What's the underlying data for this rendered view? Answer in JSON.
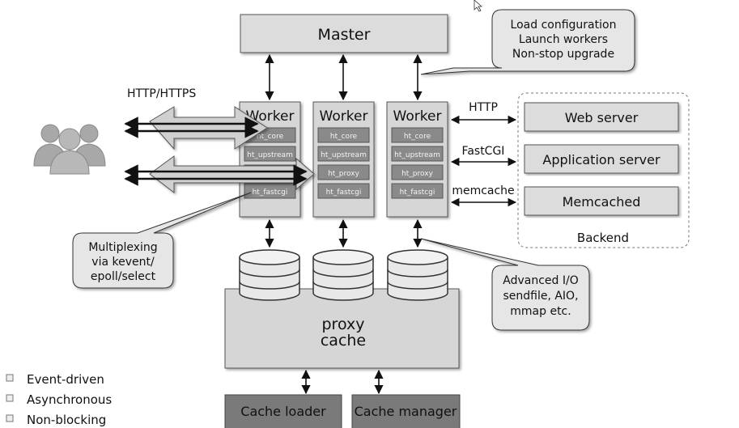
{
  "master": {
    "label": "Master"
  },
  "master_note": {
    "lines": [
      "Load configuration",
      "Launch workers",
      "Non-stop upgrade"
    ]
  },
  "client_protocol": "HTTP/HTTPS",
  "workers": [
    {
      "title": "Worker",
      "modules": [
        "ht_core",
        "ht_upstream",
        "",
        "ht_fastcgi"
      ]
    },
    {
      "title": "Worker",
      "modules": [
        "ht_core",
        "ht_upstream",
        "ht_proxy",
        "ht_fastcgi"
      ]
    },
    {
      "title": "Worker",
      "modules": [
        "ht_core",
        "ht_upstream",
        "ht_proxy",
        "ht_fastcgi"
      ]
    }
  ],
  "backend_links": [
    "HTTP",
    "FastCGI",
    "memcache"
  ],
  "backend": {
    "label": "Backend",
    "servers": [
      "Web server",
      "Application server",
      "Memcached"
    ]
  },
  "multiplex_note": {
    "lines": [
      "Multiplexing",
      "via kevent/",
      "epoll/select"
    ]
  },
  "io_note": {
    "lines": [
      "Advanced I/O",
      "sendfile, AIO,",
      "mmap etc."
    ]
  },
  "proxy_cache": {
    "lines": [
      "proxy",
      "cache"
    ]
  },
  "cache_loader": "Cache loader",
  "cache_manager": "Cache manager",
  "features": [
    "Event-driven",
    "Asynchronous",
    "Non-blocking"
  ],
  "colors": {
    "box": "#d9d9d9",
    "module": "#8a8a8a",
    "cache_proc": "#7a7a7a"
  }
}
